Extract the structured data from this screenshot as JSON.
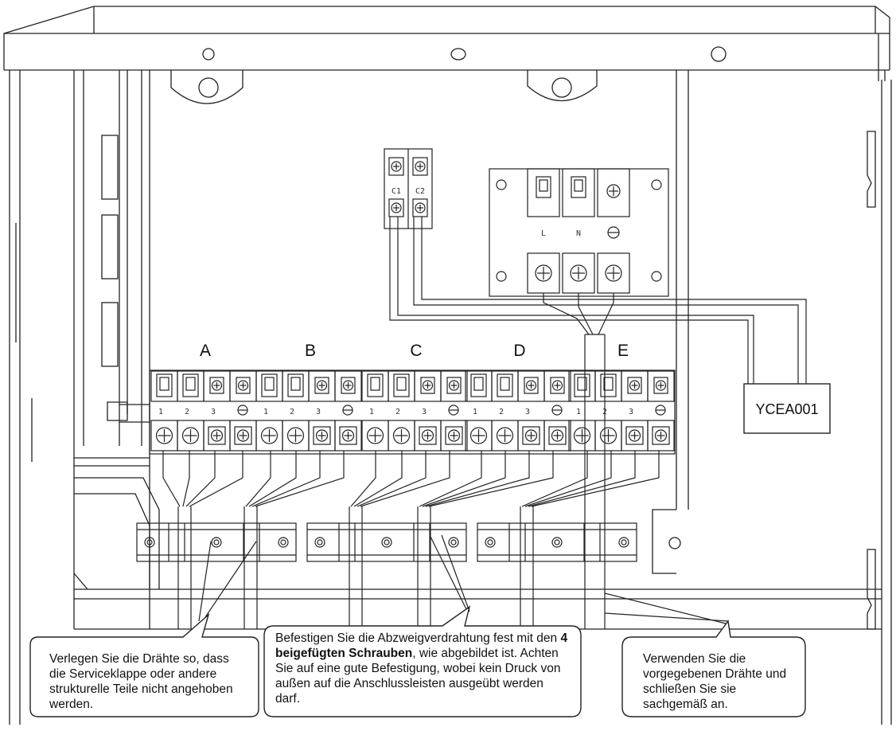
{
  "terminal_groups": [
    {
      "label": "A",
      "numbers": [
        "1",
        "2",
        "3"
      ]
    },
    {
      "label": "B",
      "numbers": [
        "1",
        "2",
        "3"
      ]
    },
    {
      "label": "C",
      "numbers": [
        "1",
        "2",
        "3"
      ]
    },
    {
      "label": "D",
      "numbers": [
        "1",
        "2",
        "3"
      ]
    },
    {
      "label": "E",
      "numbers": [
        "1",
        "2",
        "3"
      ]
    }
  ],
  "comm_terminal": {
    "labels": [
      "C1",
      "C2"
    ]
  },
  "power_terminal": {
    "labels": [
      "L",
      "N"
    ]
  },
  "controller_label": "YCEA001",
  "callouts": {
    "left": "Verlegen Sie die Drähte so, dass die Serviceklappe oder andere strukturelle Teile nicht angehoben werden.",
    "middle": {
      "part1": "Befestigen Sie die Abzweigverdrahtung fest mit den ",
      "bold": "4 beigefügten Schrauben",
      "part2": ", wie abgebildet ist. Achten Sie auf eine gute Befestigung, wobei kein Druck von außen auf die Anschlussleisten ausgeübt werden darf."
    },
    "right": "Verwenden Sie die vorgegebenen Drähte und schließen Sie sie sachgemäß an."
  }
}
